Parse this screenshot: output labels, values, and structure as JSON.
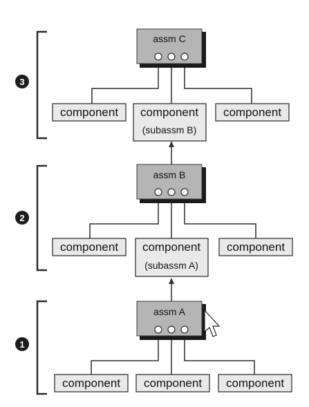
{
  "levels": [
    {
      "step": "3",
      "assembly": "assm C",
      "components": [
        "component",
        "component",
        "component"
      ],
      "subassembly_note": "(subassm B)"
    },
    {
      "step": "2",
      "assembly": "assm B",
      "components": [
        "component",
        "component",
        "component"
      ],
      "subassembly_note": "(subassm A)"
    },
    {
      "step": "1",
      "assembly": "assm A",
      "components": [
        "component",
        "component",
        "component"
      ],
      "subassembly_note": ""
    }
  ],
  "icons": {
    "ports": "port-circle-icon",
    "flow": "arrow-up-icon",
    "pointer": "mouse-pointer-icon"
  },
  "colors": {
    "component_fill": "#e9e9e9",
    "assembly_fill": "#b5b5b5",
    "badge_fill": "#1c1c1c"
  }
}
